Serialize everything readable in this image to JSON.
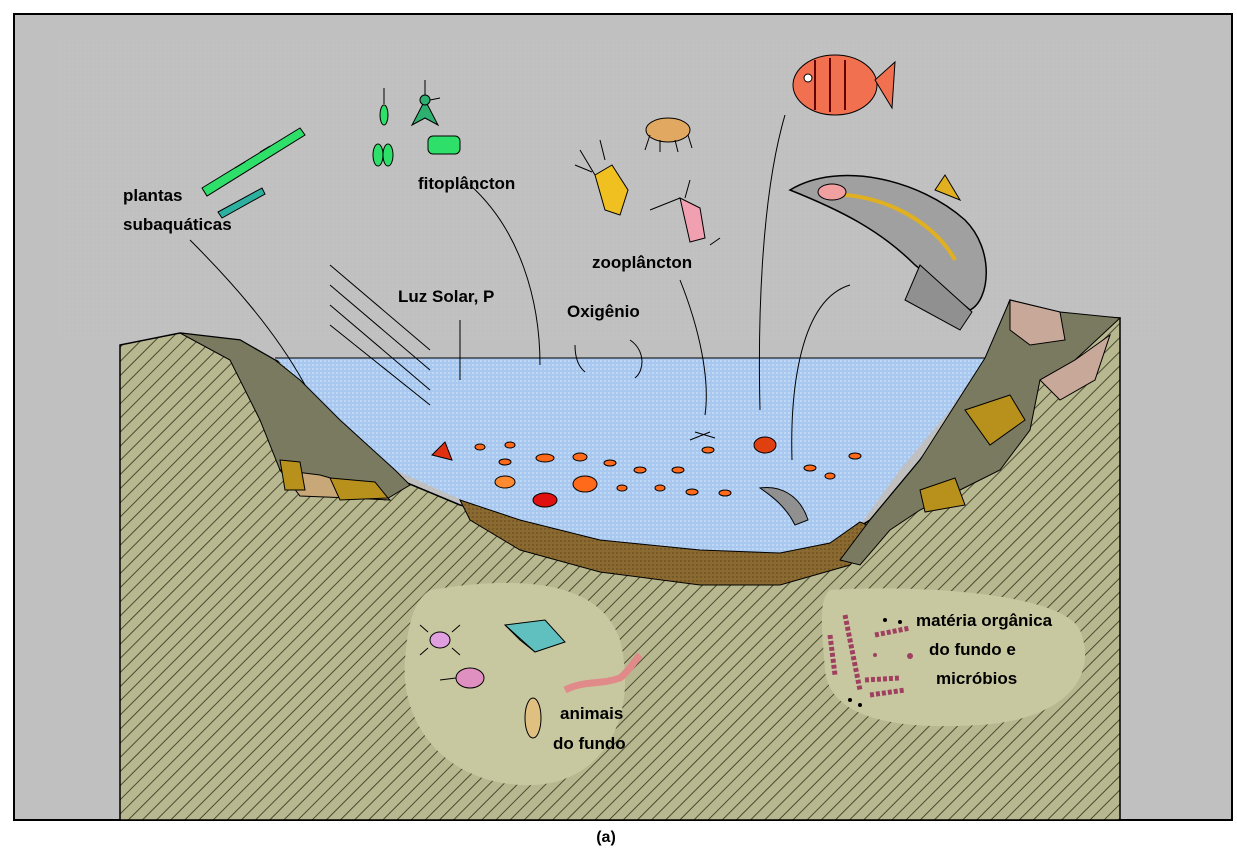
{
  "labels": {
    "plantas": "plantas",
    "subaquaticas": "subaquáticas",
    "fitoplancton": "fitoplâncton",
    "zooplancton": "zooplâncton",
    "luz": "Luz Solar, P",
    "oxigenio": "Oxigênio",
    "materia_1": "matéria orgânica",
    "materia_2": "do fundo e",
    "materia_3": "micróbios",
    "animais_1": "animais",
    "animais_2": "do fundo"
  },
  "caption": "(a)",
  "colors": {
    "background": "#c0c0c0",
    "water": "#a8c8f0",
    "soil": "#b8b890",
    "hatch": "#6b6b50",
    "rock_dark": "#7a7a60",
    "sediment": "#8a6a30",
    "fish_orange": "#ff6a1a",
    "fish_red": "#e01010",
    "plant_green": "#2ee06a",
    "worm_pink": "#e08a8a"
  }
}
